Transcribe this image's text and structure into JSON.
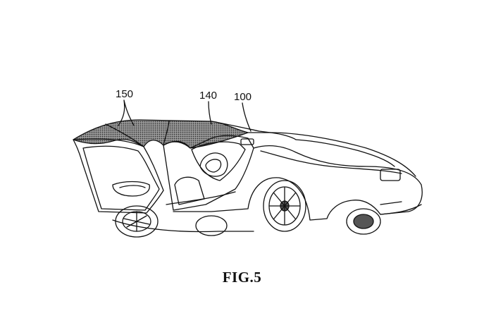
{
  "figure": {
    "caption": "FIG.5",
    "reference_labels": {
      "label_150": "150",
      "label_140": "140",
      "label_100": "100"
    },
    "colors": {
      "ink": "#111111",
      "shade": "#555555",
      "background": "#ffffff"
    }
  }
}
